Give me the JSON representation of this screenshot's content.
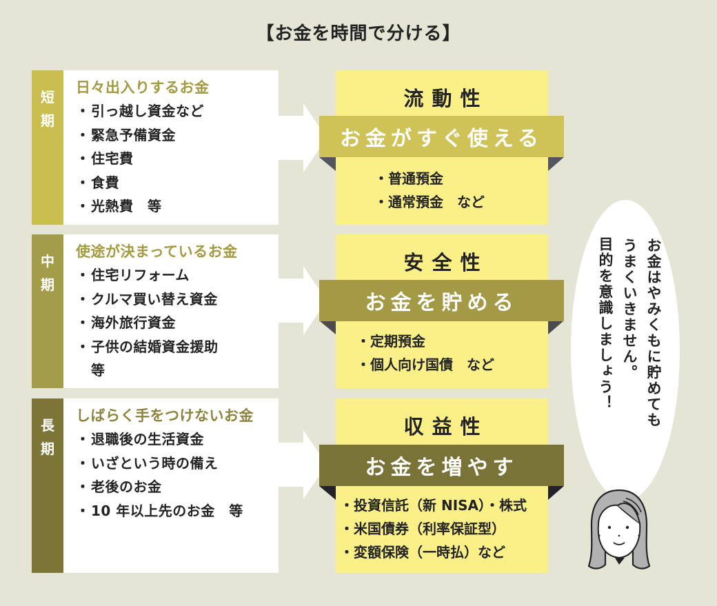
{
  "title": "【お金を時間で分ける】",
  "colors": {
    "background": "#e4e5d5",
    "short_tab": "#c9bd4f",
    "mid_tab": "#a39c49",
    "long_tab": "#7c7536",
    "yellow_box": "#fbf088",
    "short_ribbon": "#cfc257",
    "mid_ribbon": "#a49a45",
    "long_ribbon": "#7a7337",
    "fold": "#55555f"
  },
  "rows": [
    {
      "term_chars": [
        "短",
        "期"
      ],
      "heading": "日々出入りするお金",
      "items": [
        "引っ越し資金など",
        "緊急予備資金",
        "住宅費",
        "食費",
        "光熱費　等"
      ],
      "property": "流動性",
      "ribbon": "お金がすぐ使える",
      "examples": [
        "普通預金",
        "通常預金　など"
      ]
    },
    {
      "term_chars": [
        "中",
        "期"
      ],
      "heading": "使途が決まっているお金",
      "items": [
        "住宅リフォーム",
        "クルマ買い替え資金",
        "海外旅行資金",
        "子供の結婚資金援助",
        "等"
      ],
      "property": "安全性",
      "ribbon": "お金を貯める",
      "examples": [
        "定期預金",
        "個人向け国債　など"
      ]
    },
    {
      "term_chars": [
        "長",
        "期"
      ],
      "heading": "しばらく手をつけないお金",
      "items": [
        "退職後の生活資金",
        "いざという時の備え",
        "老後のお金",
        "10 年以上先のお金　等"
      ],
      "property": "収益性",
      "ribbon": "お金を増やす",
      "examples": [
        "投資信託（新 NISA）・株式",
        "米国債券（利率保証型）",
        "変額保険（一時払）など"
      ]
    }
  ],
  "speech_bubble": {
    "lines": [
      "お金はやみくもに貯めても",
      "うまくいきません。",
      "目的を意識しましょう！"
    ]
  },
  "bullet": "・",
  "character": "woman-face-illustration"
}
